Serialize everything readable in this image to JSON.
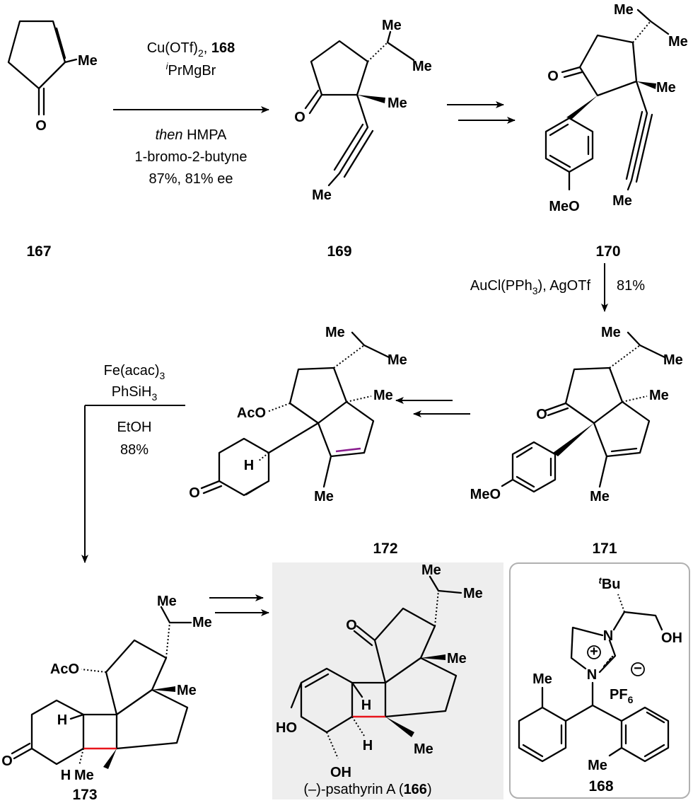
{
  "step1": {
    "line1_a": "Cu(OTf)",
    "line1_sub": "2",
    "line1_b": ", ",
    "line1_bold": "168",
    "line2_sup": "i",
    "line2": "PrMgBr",
    "line3_it": "then",
    "line3": " HMPA",
    "line4": "1-bromo-2-butyne",
    "line5": "87%, 81% ee"
  },
  "step2": {
    "reagents_a": "AuCl(PPh",
    "reagents_sub": "3",
    "reagents_b": "), AgOTf",
    "yield": "81%"
  },
  "step3": {
    "line1_a": "Fe(acac)",
    "line1_sub": "3",
    "line2_a": "PhSiH",
    "line2_sub": "3",
    "line3": "EtOH",
    "line4": "88%"
  },
  "c167": {
    "me": "Me",
    "o": "O",
    "label": "167"
  },
  "c169": {
    "me1": "Me",
    "me2": "Me",
    "me3": "Me",
    "o": "O",
    "me4": "Me",
    "label": "169"
  },
  "c170": {
    "me1": "Me",
    "me2": "Me",
    "o": "O",
    "me3": "Me",
    "meo": "MeO",
    "me4": "Me",
    "label": "170"
  },
  "c171": {
    "me1": "Me",
    "me2": "Me",
    "me3": "Me",
    "o": "O",
    "meo": "MeO",
    "me4": "Me",
    "label": "171"
  },
  "c172": {
    "me1": "Me",
    "me2": "Me",
    "me3": "Me",
    "aco": "AcO",
    "h": "H",
    "o": "O",
    "me4": "Me",
    "label": "172"
  },
  "c173": {
    "me1": "Me",
    "me2": "Me",
    "aco": "AcO",
    "me3": "Me",
    "h1": "H",
    "o": "O",
    "h2": "H",
    "me4": "Me",
    "label": "173"
  },
  "c166": {
    "me1": "Me",
    "me2": "Me",
    "o": "O",
    "me3": "Me",
    "ho": "HO",
    "h1": "H",
    "h2": "H",
    "me4": "Me",
    "oh": "OH",
    "caption_a": "(–)-psathyrin A (",
    "caption_bold": "166",
    "caption_b": ")"
  },
  "c168": {
    "tbu_sup": "t",
    "tbu": "Bu",
    "n1": "N",
    "n2": "N",
    "oh": "OH",
    "plus": "+",
    "minus": "−",
    "pf": "PF",
    "pf_sub": "6",
    "me1": "Me",
    "me2": "Me",
    "label": "168"
  },
  "colors": {
    "new_bond": "#e8141b",
    "alkene": "#8a1e8f",
    "highlight_bg": "#eeeeee",
    "box_border": "#b0b0b0"
  }
}
